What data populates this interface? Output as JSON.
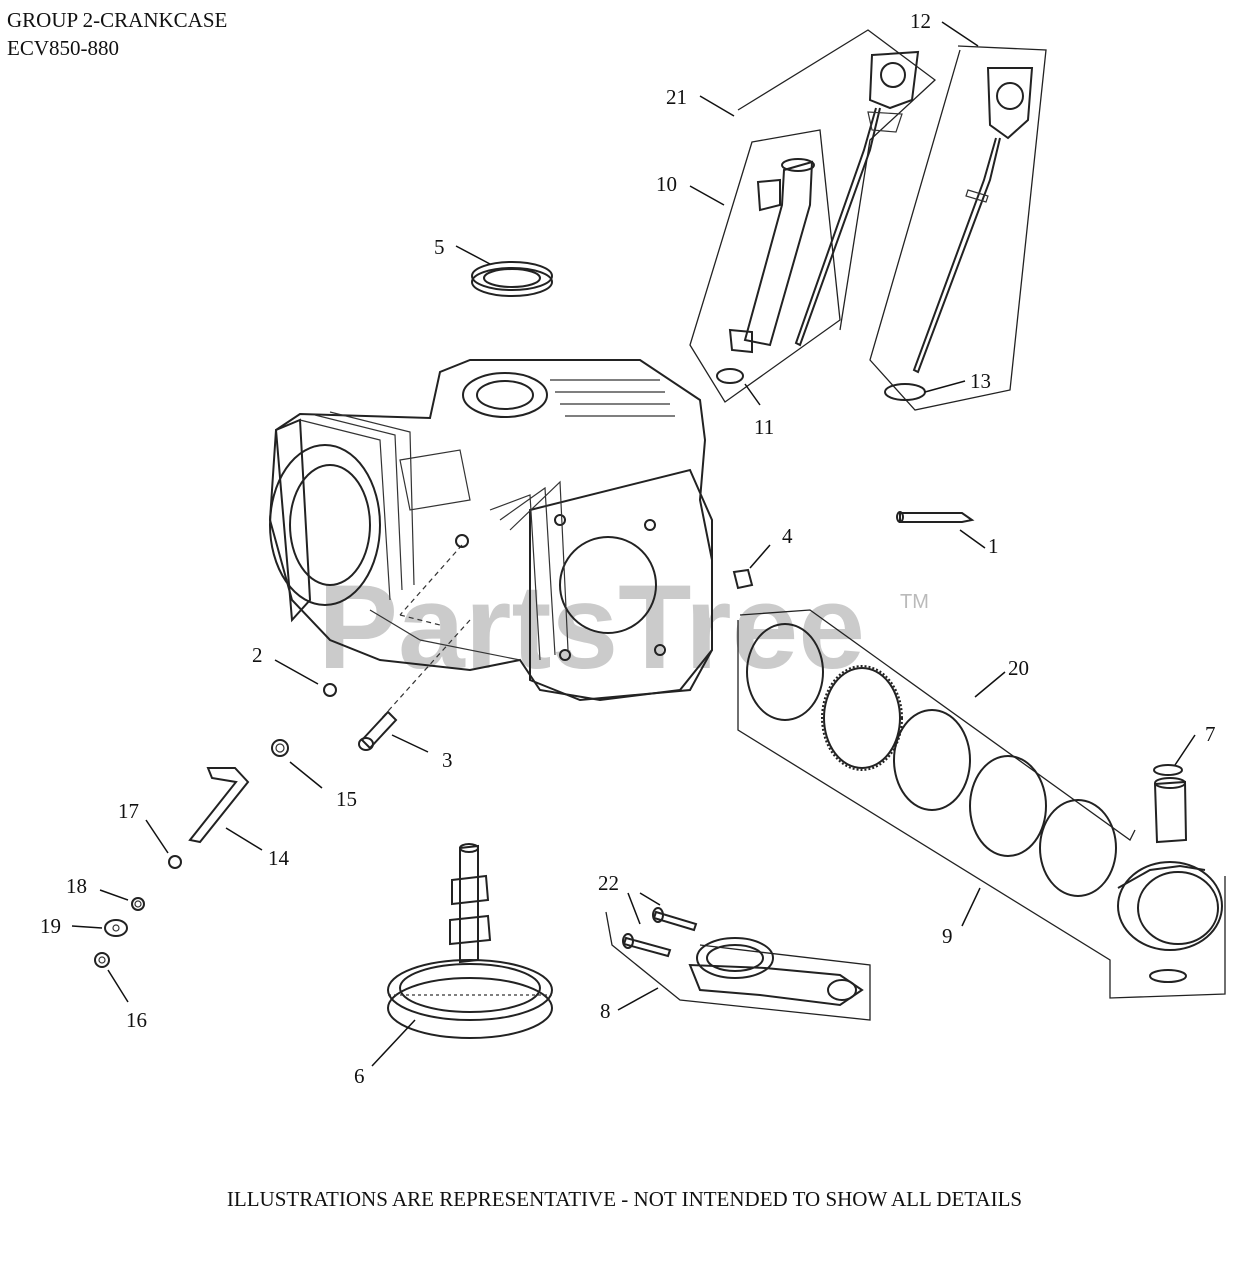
{
  "header": {
    "title_line1": "GROUP 2-CRANKCASE",
    "title_line2": "ECV850-880"
  },
  "watermark": {
    "text": "PartsTree",
    "trademark": "TM"
  },
  "callouts": {
    "c1": "1",
    "c2": "2",
    "c3": "3",
    "c4": "4",
    "c5": "5",
    "c6": "6",
    "c7": "7",
    "c8": "8",
    "c9": "9",
    "c10": "10",
    "c11": "11",
    "c12": "12",
    "c13": "13",
    "c14": "14",
    "c15": "15",
    "c16": "16",
    "c17": "17",
    "c18": "18",
    "c19": "19",
    "c20": "20",
    "c21": "21",
    "c22": "22"
  },
  "footer": {
    "note": "ILLUSTRATIONS ARE REPRESENTATIVE - NOT INTENDED TO SHOW ALL DETAILS"
  }
}
